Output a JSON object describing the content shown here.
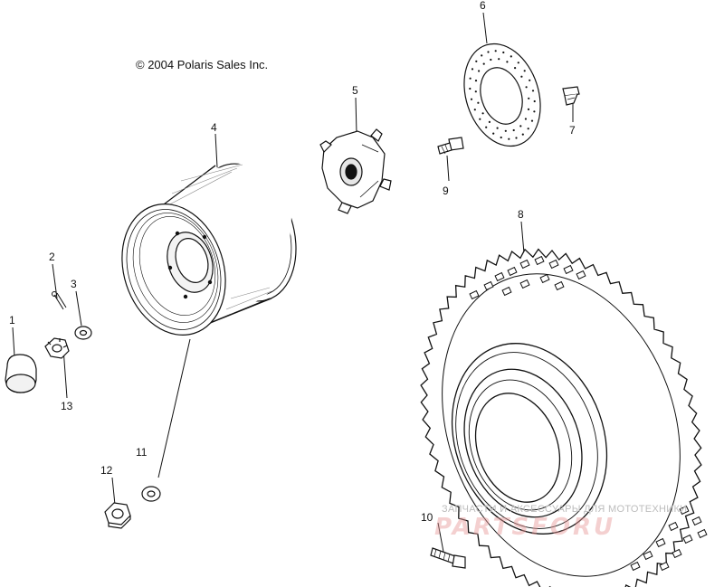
{
  "copyright": "© 2004 Polaris Sales Inc.",
  "watermark": {
    "line1": "ЗАПЧАСТИ И АКСЕССУАРЫ ДЛЯ МОТОТЕХНИКИ",
    "line2": "PARTSFORU"
  },
  "callouts": {
    "c1": "1",
    "c2": "2",
    "c3": "3",
    "c4": "4",
    "c5": "5",
    "c6": "6",
    "c7": "7",
    "c8": "8",
    "c9": "9",
    "c10": "10",
    "c11": "11",
    "c12": "12",
    "c13": "13"
  },
  "parts": {
    "p1": "hub-cap-icon",
    "p2": "cotter-pin-icon",
    "p3": "washer-icon",
    "p4": "wheel-rim-icon",
    "p5": "wheel-hub-icon",
    "p6": "brake-disc-icon",
    "p7": "bolt-icon",
    "p8": "tire-icon",
    "p9": "bolt-icon",
    "p10": "stud-bolt-icon",
    "p11": "washer-icon",
    "p12": "nut-icon",
    "p13": "castle-nut-icon"
  },
  "colors": {
    "line": "#111111",
    "fill": "#ffffff",
    "shade": "#d9d9d9"
  }
}
